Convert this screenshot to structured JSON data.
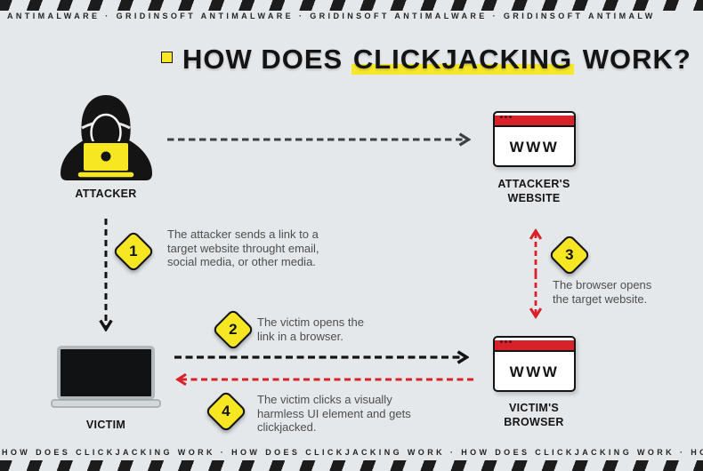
{
  "colors": {
    "background": "#e4e8eb",
    "ink_black": "#141414",
    "accent_yellow": "#f7e723",
    "accent_red": "#d7222a",
    "step_text_gray": "#4e4e4e"
  },
  "top_banner": {
    "text": "ANTIMALWARE · GRIDINSOFT ANTIMALWARE · GRIDINSOFT ANTIMALWARE · GRIDINSOFT ANTIMALW"
  },
  "bottom_banner": {
    "text": "HOW DOES CLICKJACKING WORK · HOW DOES CLICKJACKING WORK · HOW DOES CLICKJACKING WORK · HOW DOE"
  },
  "title": {
    "prefix": "HOW DOES ",
    "highlight": "CLICKJACKING",
    "suffix": " WORK?"
  },
  "actors": {
    "attacker": {
      "label": "ATTACKER"
    },
    "attacker_website": {
      "label": "ATTACKER'S\nWEBSITE",
      "window_text": "WWW"
    },
    "victim": {
      "label": "VICTIM"
    },
    "victim_browser": {
      "label": "VICTIM'S\nBROWSER",
      "window_text": "WWW"
    }
  },
  "steps": [
    {
      "number": "1",
      "text": "The attacker sends a link to a\ntarget website throught email,\nsocial media, or other media."
    },
    {
      "number": "2",
      "text": "The victim opens the\nlink in a browser."
    },
    {
      "number": "3",
      "text": "The browser opens\nthe target website."
    },
    {
      "number": "4",
      "text": "The victim clicks a visually\nharmless UI element and gets\nclickjacked."
    }
  ]
}
